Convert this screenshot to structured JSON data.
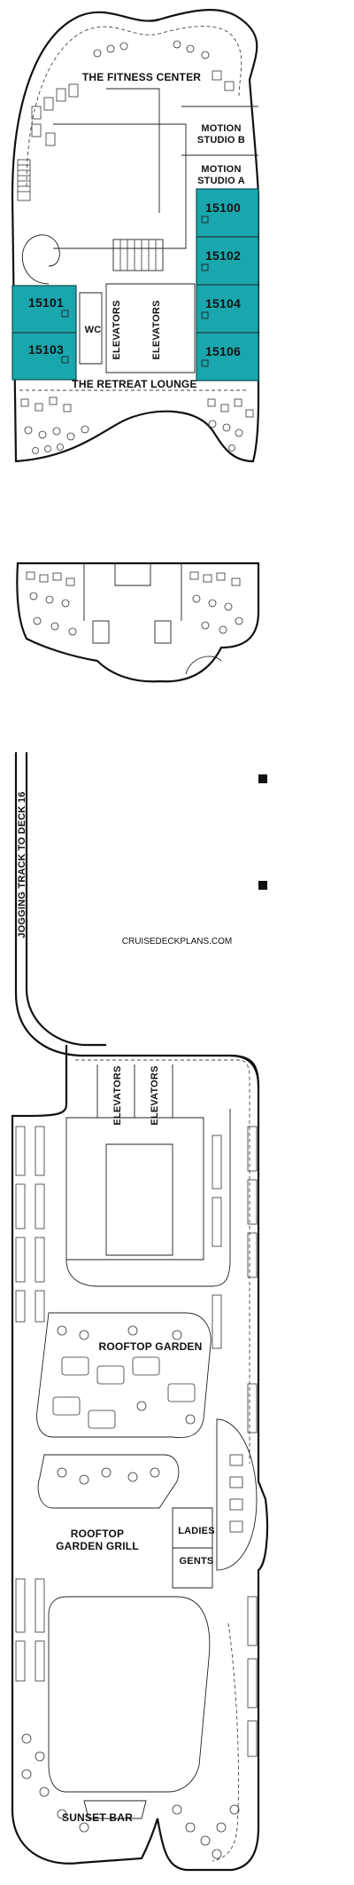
{
  "watermark": "CRUISEDECKPLANS.COM",
  "areas": {
    "fitness_center": "THE FITNESS CENTER",
    "motion_studio_b": [
      "MOTION",
      "STUDIO B"
    ],
    "motion_studio_a": [
      "MOTION",
      "STUDIO A"
    ],
    "retreat_lounge": "THE RETREAT LOUNGE",
    "wc": "WC",
    "elevators": "ELEVATORS",
    "jogging_track": "JOGGING TRACK TO DECK 16",
    "rooftop_garden": "ROOFTOP GARDEN",
    "rooftop_garden_grill": [
      "ROOFTOP",
      "GARDEN GRILL"
    ],
    "ladies": "LADIES",
    "gents": "GENTS",
    "sunset_bar": "SUNSET BAR"
  },
  "cabins": {
    "starboard": [
      "15100",
      "15102",
      "15104",
      "15106"
    ],
    "port": [
      "15101",
      "15103"
    ]
  },
  "colors": {
    "cabin_fill": "#19a7ad",
    "outline": "#111111"
  }
}
